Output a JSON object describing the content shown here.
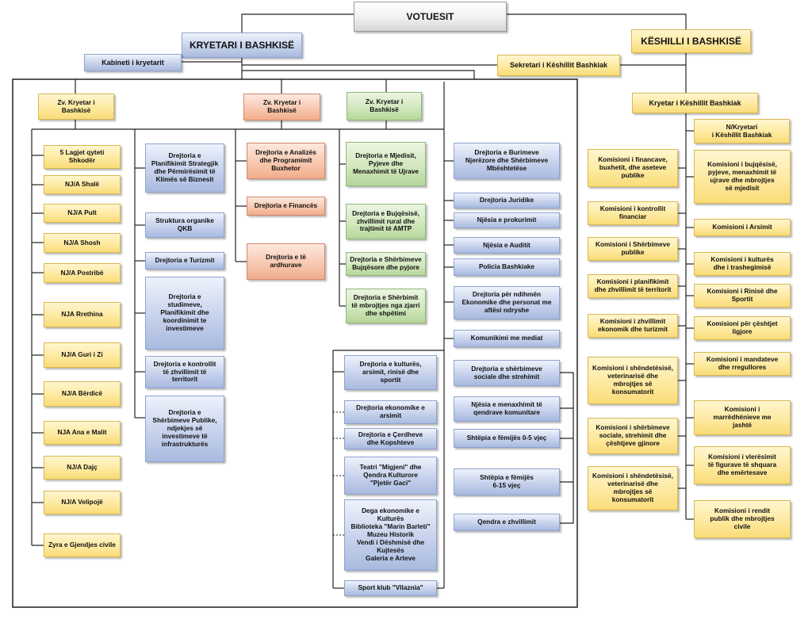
{
  "top": {
    "voters": "VOTUESIT",
    "mayor": "KRYETARI I BASHKISË",
    "council": "KËSHILLI I BASHKISË",
    "cabinet": "Kabineti i kryetarit",
    "council_secretary": "Sekretari i Këshillit Bashkiak",
    "council_chair": "Kryetar i Këshillit Bashkiak",
    "council_vice_chair": "N/Kryetari\ni Këshillit Bashkiak"
  },
  "deputies": {
    "left": "Zv. Kryetar i\nBashkisë",
    "middle": "Zv. Kryetar i\nBashkisë",
    "right": "Zv. Kryetar i\nBashkisë"
  },
  "units": [
    "5 Lagjet qyteti\nShkodër",
    "NJ/A Shalë",
    "NJ/A Pult",
    "NJ/A Shosh",
    "NJ/A Postribë",
    "NJA Rrethina",
    "NJ/A Guri i Zi",
    "NJ/A Bërdicë",
    "NJA Ana e Malit",
    "NJ/A Dajç",
    "NJ/A Velipojë",
    "Zyra e Gjendjes civile"
  ],
  "planning": [
    "Drejtoria e\nPlanifikimit Strategjik\ndhe Përmirësimit të\nKlimës së Biznesit",
    "Struktura organike\nQKB",
    "Drejtoria e Turizmit",
    "Drejtoria e\nstudimeve,\nPlanifikimit dhe\nkoordinimit te\ninvestimeve",
    "Drejtoria e kontrollit\ntë zhvillimit të\nterritorit",
    "Drejtoria e\nShërbimeve Publike,\nndjekjes së\ninvestimeve të\ninfrastrukturës"
  ],
  "finance": [
    "Drejtoria e Analizës\ndhe Programimit\nBuxhetor",
    "Drejtoria e Financës",
    "Drejtoria e të\nardhurave"
  ],
  "environment": [
    "Drejtoria e Mjedisit,\nPyjeve dhe\nMenaxhimit të Ujrave",
    "Drejtoria e Bujqësisë,\nzhvillimit rural dhe\ntrajtimit të AMTP",
    "Drejtoria e Shërbimeve\nBujqësore dhe pyjore",
    "Drejtoria e Shërbimit\ntë mbrojtjes nga zjarri\ndhe shpëtimi"
  ],
  "culture": [
    "Drejtoria e kulturës,\narsimit, rinisë dhe\nsportit",
    "Drejtoria  ekonomike e\narsimit",
    "Drejtoria e Çerdheve\ndhe Kopshteve",
    "Teatri \"Migjeni\"  dhe\nQendra Kulturore\n\"Pjetër Gaci\"",
    "Dega ekonomike e\nKulturës\nBiblioteka \"Marin Barleti\"\nMuzeu Historik\nVendi i Dëshmisë dhe\nKujtesës\nGaleria e Arteve",
    "Sport klub \"Vllaznia\""
  ],
  "direct": [
    "Drejtoria e Burimeve\nNjerëzore dhe Shërbimeve\nMbështetëse",
    "Drejtoria Juridike",
    "Njësia e prokurimit",
    "Njësia e Auditit",
    "Policia Bashkiake",
    "Drejtoria për ndihmën\nEkonomike dhe personat me\naftësi ndryshe",
    "Komunikimi me mediat",
    "Drejtoria e shërbimeve\nsociale dhe strehimit",
    "Njësia e menaxhimit të\nqendrave komunitare",
    "Shtëpia e fëmijës 0-5 vjeç",
    "Shtëpia e fëmijës\n6-15 vjeç",
    "Qendra e zhvillimit"
  ],
  "commissions_left": [
    "Komisioni i financave,\nbuxhetit, dhe aseteve\npublike",
    "Komisioni i kontrollit\nfinanciar",
    "Komisioni i Shërbimeve\npublike",
    "Komisioni i planifikimit\ndhe zhvillimit të territorit",
    "Komisioni i zhvillimit\nekonomik dhe turizmit",
    "Komisioni i shëndetësisë,\nveterinarisë dhe\nmbrojtjes së\nkonsumatorit",
    "Komisioni i shërbimeve\nsociale, strehimit dhe\nçështjeve gjinore",
    "Komisioni i shëndetësisë,\nveterinarisë dhe\nmbrojtjes së\nkonsumatorit"
  ],
  "commissions_right": [
    "Komisioni i bujqësisë,\npyjeve, menaxhimit të\nujrave dhe mbrojtjes\nsë mjedisit",
    "Komisioni i Arsimit",
    "Komisioni i kulturës\ndhe i trashegimisë",
    "Komisioni i Rinisë dhe\nSportit",
    "Komisioni për çështjet\nligjore",
    "Komisioni i mandateve\ndhe rregullores",
    "Komisioni i\nmarrëdhënieve me\njashtë",
    "Komisioni i vlerësimit\ntë figurave të shquara\ndhe emërtesave",
    "Komisioni i rendit\npublik dhe mbrojtjes\ncivile"
  ]
}
